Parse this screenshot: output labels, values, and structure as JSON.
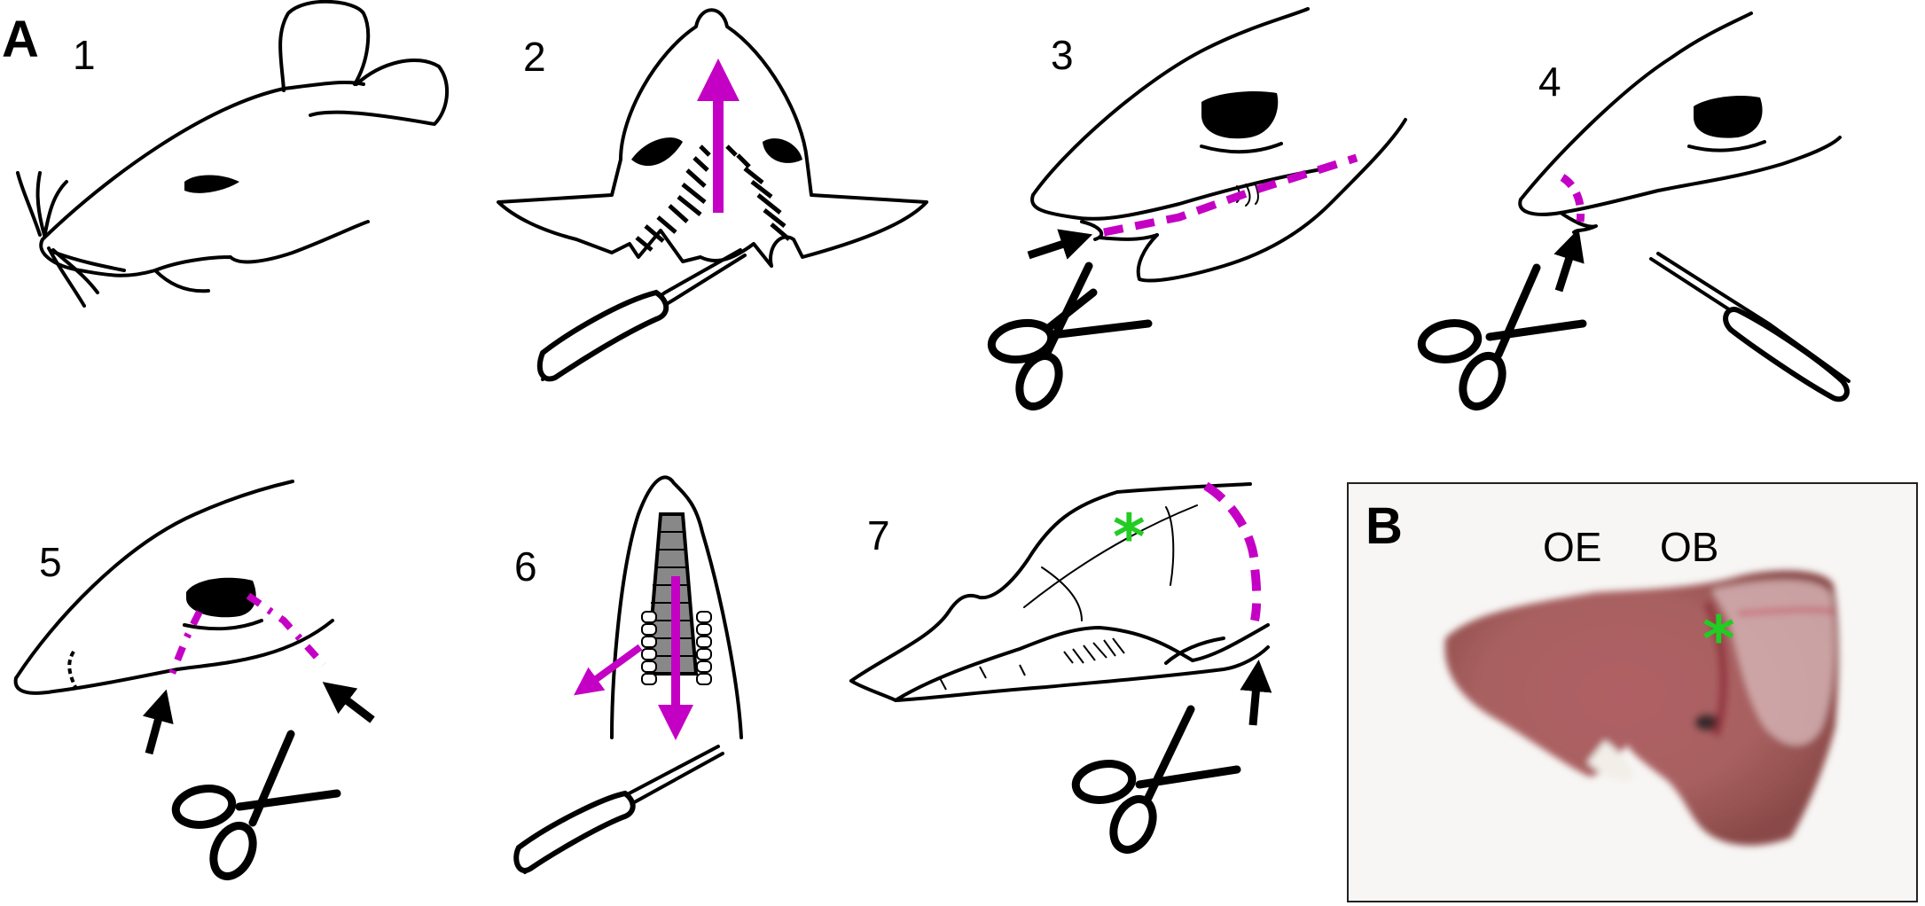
{
  "panels": {
    "a_label": "A",
    "b_label": "B"
  },
  "steps": [
    "1",
    "2",
    "3",
    "4",
    "5",
    "6",
    "7"
  ],
  "photo": {
    "labels": [
      "OE",
      "OB"
    ],
    "marker": "*"
  },
  "step7_marker": "*",
  "colors": {
    "cut_line": "#c400c4",
    "marker": "#22cc22",
    "outline": "#000000",
    "tissue": "#b8706e"
  }
}
